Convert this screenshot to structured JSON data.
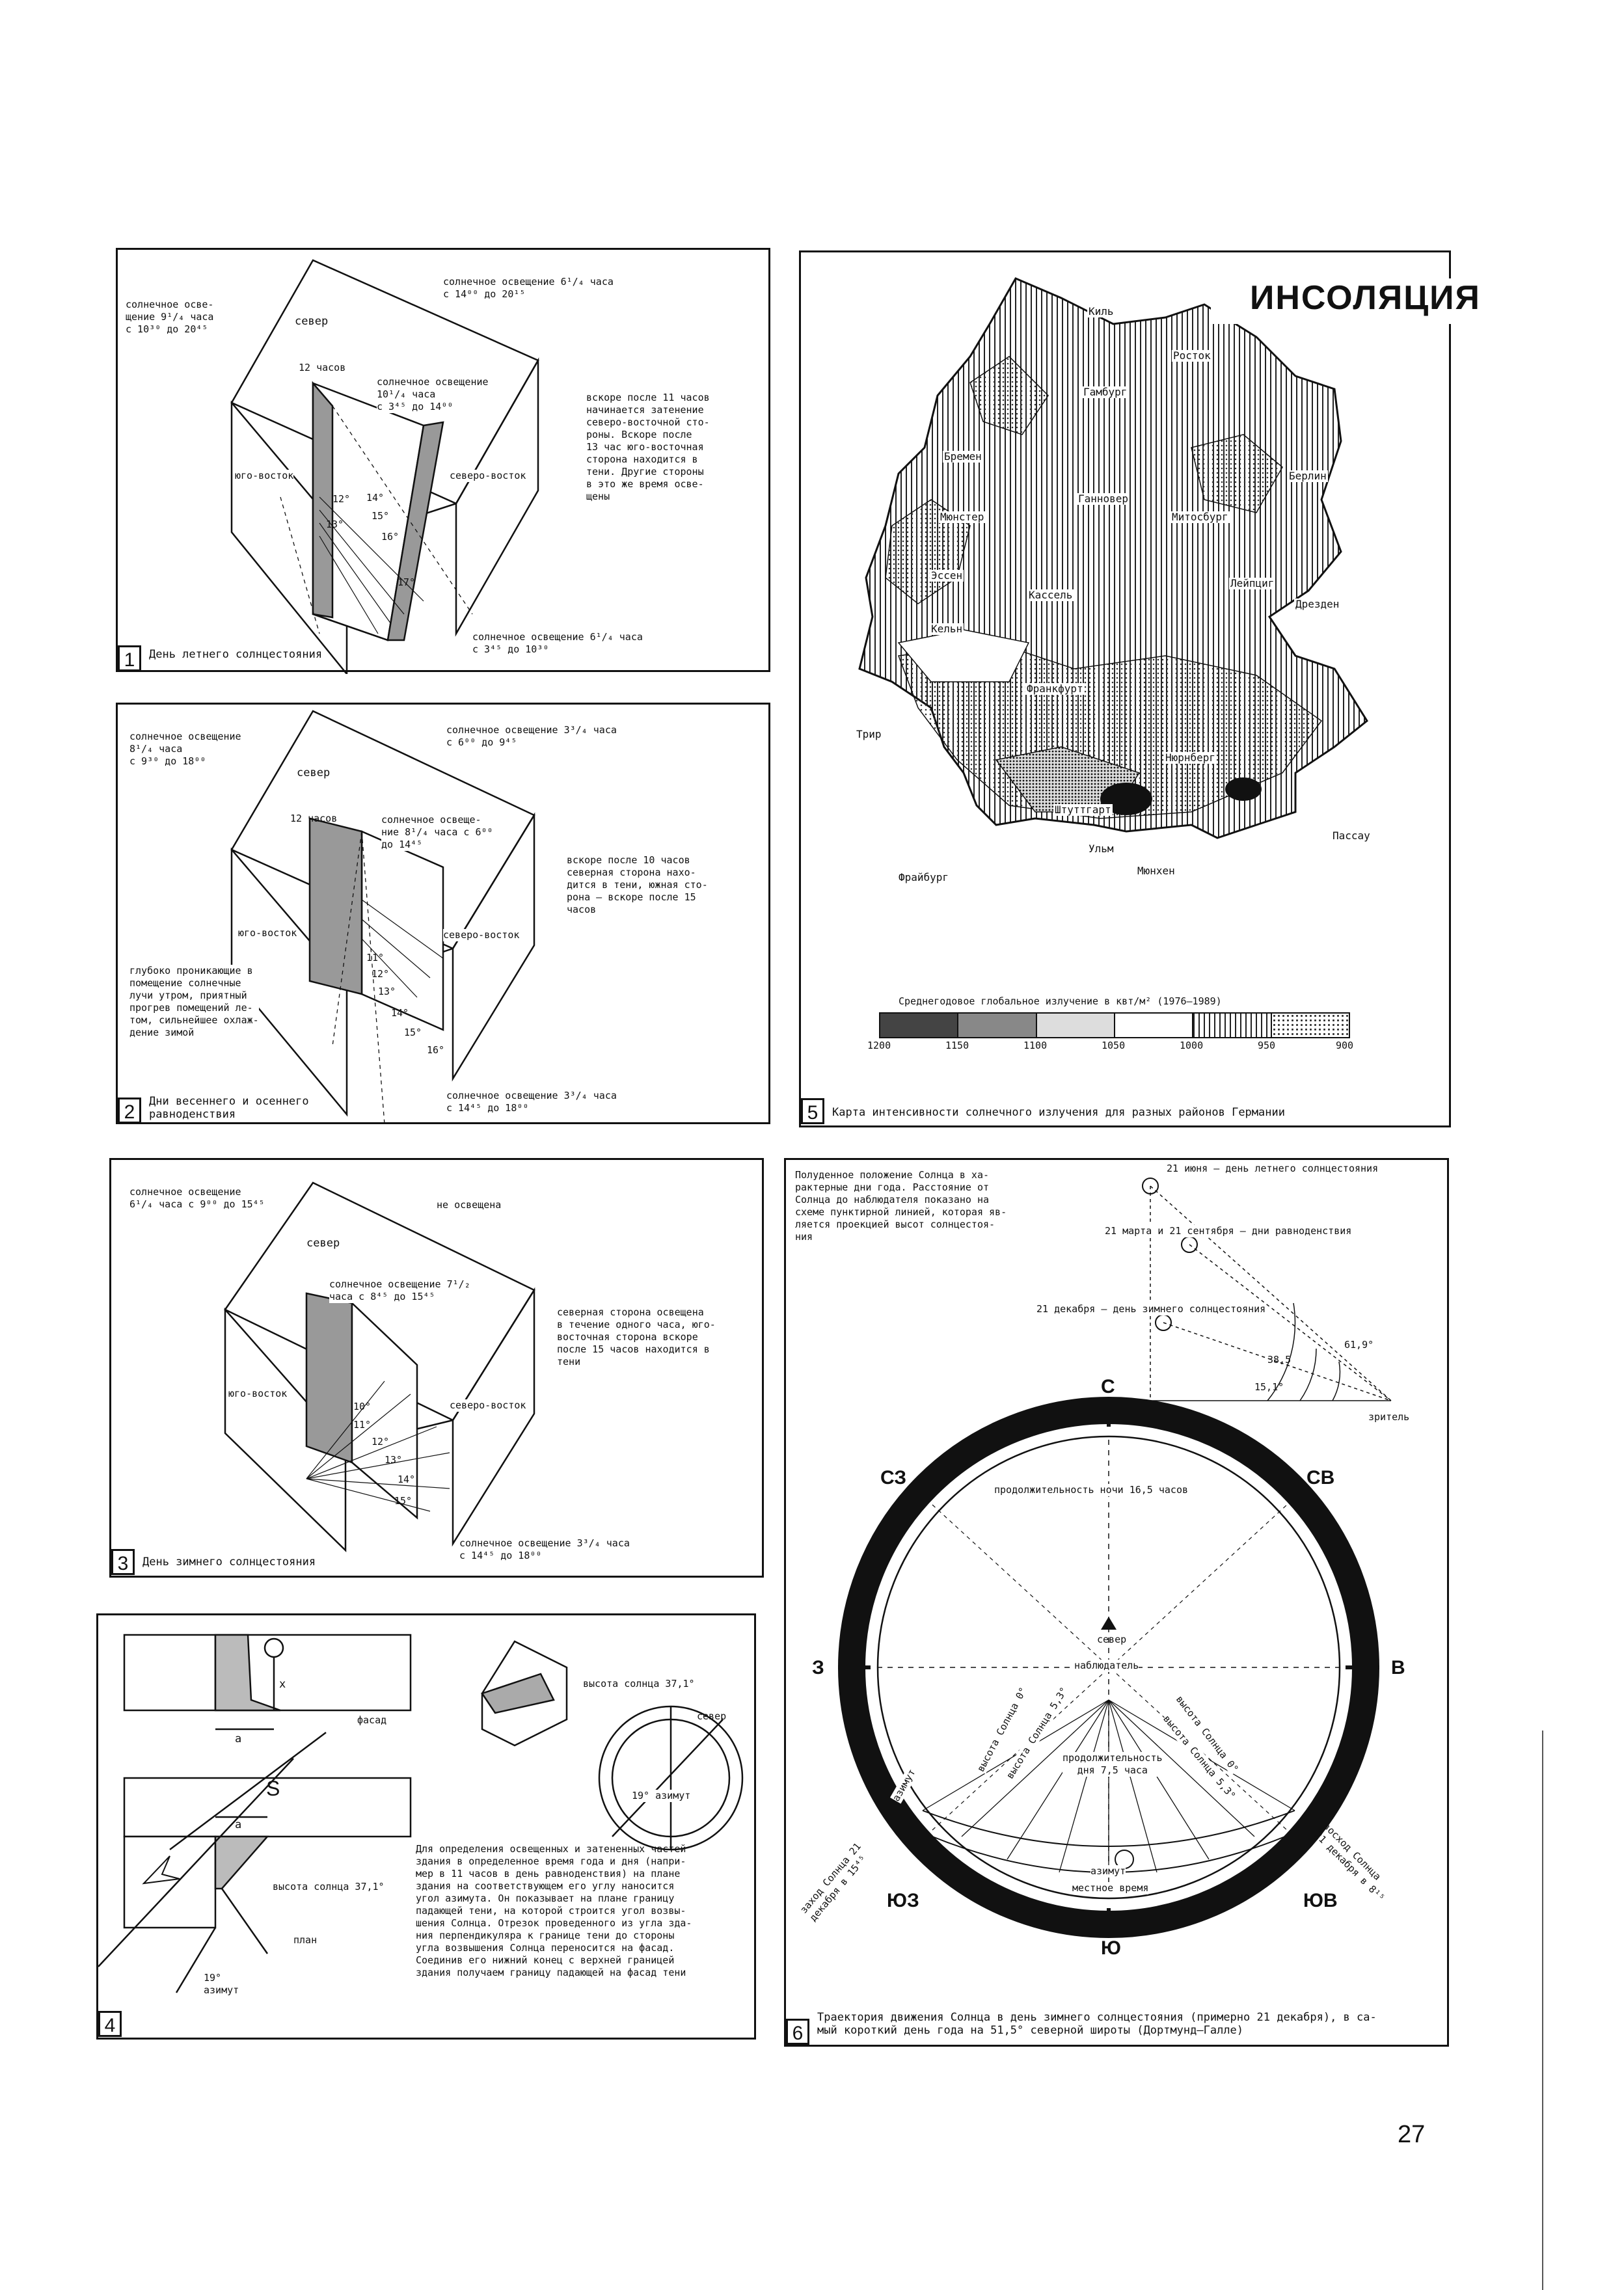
{
  "page_number": "27",
  "title": "ИНСОЛЯЦИЯ",
  "panel1": {
    "number": "1",
    "caption": "День летнего солнцестояния",
    "labels": {
      "nw_light": "солнечное осве-\nщение 9¹/₄ часа\nс 10³⁰ до 20⁴⁵",
      "ne_light": "солнечное освещение 6¹/₄ часа\nс 14⁰⁰ до 20¹⁵",
      "north": "север",
      "noon": "12 часов",
      "center_light": "солнечное освещение\n10¹/₄ часа\nс 3⁴⁵ до 14⁰⁰",
      "southeast": "юго-восток",
      "northeast": "северо-восток",
      "note": "вскоре после 11 часов\nначинается затенение\nсеверо-восточной сто-\nроны. Вскоре после\n13 час юго-восточная\nсторона находится в\nтени. Другие стороны\nв это же время осве-\nщены",
      "bottom_light": "солнечное освещение 6¹/₄ часа\nс 3⁴⁵ до 10³⁰",
      "hours": [
        "12°",
        "13°",
        "14°",
        "15°",
        "16°",
        "17°"
      ]
    }
  },
  "panel2": {
    "number": "2",
    "caption": "Дни весеннего и осеннего\nравноденствия",
    "labels": {
      "nw_light": "солнечное освещение\n8¹/₄ часа\nс 9³⁰ до 18⁰⁰",
      "ne_light": "солнечное освещение 3³/₄ часа\nс 6⁰⁰ до 9⁴⁵",
      "north": "север",
      "noon": "12 часов",
      "center_light": "солнечное освеще-\nние 8¹/₄ часа с 6⁰⁰\nдо 14⁴⁵",
      "southeast": "юго-восток",
      "northeast": "северо-восток",
      "note": "вскоре после 10 часов\nсеверная сторона нахо-\nдится в тени, южная сто-\nрона – вскоре после 15\nчасов",
      "side_note": "глубоко проникающие в\nпомещение солнечные\nлучи утром, приятный\nпрогрев помещений ле-\nтом, сильнейшее охлаж-\nдение зимой",
      "bottom_light": "солнечное освещение 3³/₄ часа\nс 14⁴⁵ до 18⁰⁰",
      "hours": [
        "11°",
        "12°",
        "13°",
        "14°",
        "15°",
        "16°"
      ]
    }
  },
  "panel3": {
    "number": "3",
    "caption": "День зимнего солнцестояния",
    "labels": {
      "nw_light": "солнечное освещение\n6¹/₄ часа с 9⁰⁰ до 15⁴⁵",
      "not_lit": "не освещена",
      "north": "север",
      "center_light": "солнечное освещение 7¹/₂\nчаса с 8⁴⁵ до 15⁴⁵",
      "southeast": "юго-восток",
      "northeast": "северо-восток",
      "note": "северная сторона освещена\nв течение одного часа, юго-\nвосточная сторона вскоре\nпосле 15 часов находится в\nтени",
      "bottom_light": "солнечное освещение 3³/₄ часа\nс 14⁴⁵ до 18⁰⁰",
      "hours": [
        "10°",
        "11°",
        "12°",
        "13°",
        "14°",
        "15°"
      ]
    }
  },
  "panel4": {
    "number": "4",
    "labels": {
      "x": "x",
      "a": "a",
      "facade": "фасад",
      "S": "S",
      "sun_height_top": "высота солнца 37,1°",
      "north": "север",
      "azimuth_19": "19° азимут",
      "sun_height_plan": "высота солнца 37,1°",
      "plan": "план",
      "azimuth_bottom": "19°\nазимут",
      "text": "Для определения освещенных и затененных частей\nздания в определенное время года и дня (напри-\nмер в 11 часов в день равноденствия) на плане\nздания на соответствующем его углу наносится\nугол азимута. Он показывает на плане границу\nпадающей тени, на которой строится угол возвы-\nшения Солнца. Отрезок проведенного из угла зда-\nния перпендикуляра к границе тени до стороны\nугла возвышения Солнца переносится на фасад.\nСоединив его нижний конец с верхней границей\nздания получаем границу падающей на фасад тени"
    }
  },
  "panel5": {
    "number": "5",
    "caption": "Карта интенсивности солнечного излучения для разных районов Германии",
    "cities": [
      "Киль",
      "Росток",
      "Гамбург",
      "Бремен",
      "Берлин",
      "Ганновер",
      "Митосбург",
      "Мюнстер",
      "Эссен",
      "Кассель",
      "Лейпциг",
      "Дрезден",
      "Кельн",
      "Франкфурт",
      "Трир",
      "Нюрнберг",
      "Штуттгарт",
      "Пассау",
      "Ульм",
      "Мюнхен",
      "Фрайбург"
    ],
    "legend_title": "Среднегодовое глобальное излучение в квт/м² (1976–1989)",
    "legend_values": [
      "1200",
      "1150",
      "1100",
      "1050",
      "1000",
      "950",
      "900"
    ]
  },
  "panel6": {
    "number": "6",
    "note": "Полуденное положение Солнца в ха-\nрактерные дни года. Расстояние от\nСолнца до наблюдателя показано на\nсхеме пунктирной линией, которая яв-\nляется проекцией высот солнцестоя-\nния",
    "june": "21 июня – день летнего солнцестояния",
    "march": "21 марта и 21 сентября – дни равноденствия",
    "december": "21 декабря – день зимнего солнцестояния",
    "angles": [
      "61,9°",
      "38,5",
      "15,1°"
    ],
    "viewer": "зритель",
    "directions": {
      "N": "С",
      "NE": "СВ",
      "E": "В",
      "SE": "ЮВ",
      "S": "Ю",
      "SW": "ЮЗ",
      "W": "З",
      "NW": "СЗ"
    },
    "night": "продолжительность ночи 16,5 часов",
    "north": "север",
    "observer": "наблюдатель",
    "day": "продолжительность\nдня 7,5 часа",
    "sun_height_0": "высота Солнца 0°",
    "sun_height_5": "высота Солнца 5,3°",
    "sun_height_0_right": "высота Солнца 0°",
    "sun_height_5_right": "высота Солнца 5,3°",
    "azimuth_left": "азимут",
    "sunset": "заход Солнца 21\nдекабря в 15⁴⁵",
    "sunrise": "восход Солнца\n21 декабря в 8¹⁵",
    "azimuth_bottom": "азимут",
    "local_time": "местное время",
    "caption": "Траектория движения Солнца в день зимнего солнцестояния (примерно 21 декабря), в са-\nмый короткий день года на 51,5° северной широты (Дортмунд–Галле)"
  }
}
